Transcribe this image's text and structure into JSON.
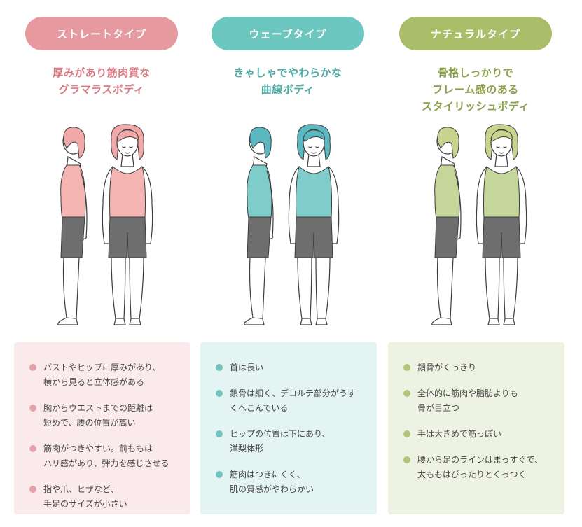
{
  "types": [
    {
      "label": "ストレートタイプ",
      "tagline": [
        "厚みがあり筋肉質な",
        "グラマラスボディ"
      ],
      "color": "#e69aa0",
      "top_color": "#f4b4b2",
      "hair_color": "#f1a8a8",
      "points": [
        "バストやヒップに厚みがあり、\n横から見ると立体感がある",
        "胸からウエストまでの距離は\n短めで、腰の位置が高い",
        "筋肉がつきやすい。前ももは\nハリ感があり、弾力を感じさせる",
        "指や爪、ヒザなど、\n手足のサイズが小さい"
      ]
    },
    {
      "label": "ウェーブタイプ",
      "tagline": [
        "きゃしゃでやわらかな",
        "曲線ボディ"
      ],
      "color": "#6cc7c0",
      "top_color": "#7fcdcb",
      "hair_color": "#5bb7c0",
      "points": [
        "首は長い",
        "鎖骨は細く、デコルテ部分がうす\nくへこんでいる",
        "ヒップの位置は下にあり、\n洋梨体形",
        "筋肉はつきにくく、\n肌の質感がやわらかい"
      ]
    },
    {
      "label": "ナチュラルタイプ",
      "tagline": [
        "骨格しっかりで",
        "フレーム感のある",
        "スタイリッシュボディ"
      ],
      "color": "#aabe6a",
      "top_color": "#c4d69a",
      "hair_color": "#c7d48e",
      "points": [
        "鎖骨がくっきり",
        "全体的に筋肉や脂肪よりも\n骨が目立つ",
        "手は大きめで筋っぽい",
        "腰から足のラインはまっすぐで、\n太ももはぴったりとくっつく"
      ]
    }
  ]
}
